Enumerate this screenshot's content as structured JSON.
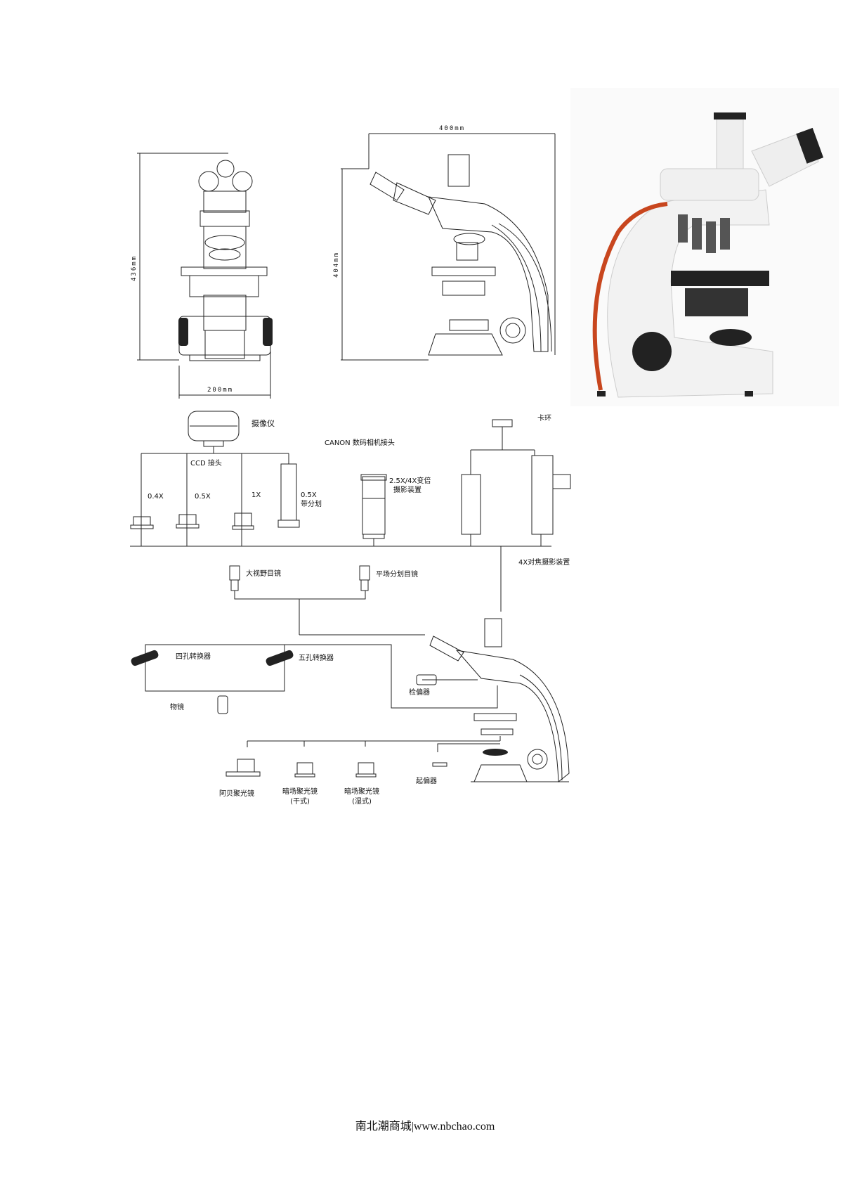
{
  "dimensions": {
    "front_height": "436mm",
    "front_width": "200mm",
    "side_height": "404mm",
    "side_width": "400mm"
  },
  "accessories": {
    "camera": "摄像仪",
    "canon_adapter": "CANON 数码相机接头",
    "ccd_adapter": "CCD 接头",
    "adapter_04x": "0.4X",
    "adapter_05x": "0.5X",
    "adapter_1x": "1X",
    "adapter_05x_reticle_line1": "0.5X",
    "adapter_05x_reticle_line2": "带分划",
    "zoom_photo_line1": "2.5X/4X变倍",
    "zoom_photo_line2": "摄影装置",
    "clamp_ring": "卡环",
    "focus_photo_4x": "4X对焦摄影装置",
    "wide_field_eyepiece": "大视野目镜",
    "plan_reticle_eyepiece": "平场分划目镜",
    "four_hole_nosepiece": "四孔转换器",
    "five_hole_nosepiece": "五孔转换器",
    "objective": "物镜",
    "analyzer": "检偏器",
    "abbe_condenser": "阿贝聚光镜",
    "darkfield_dry_line1": "暗场聚光镜",
    "darkfield_dry_line2": "(干式)",
    "darkfield_wet_line1": "暗场聚光镜",
    "darkfield_wet_line2": "(湿式)",
    "polarizer": "起偏器"
  },
  "footer": "南北潮商城|www.nbchao.com",
  "colors": {
    "accent_stripe": "#c8461e",
    "line": "#222222"
  }
}
